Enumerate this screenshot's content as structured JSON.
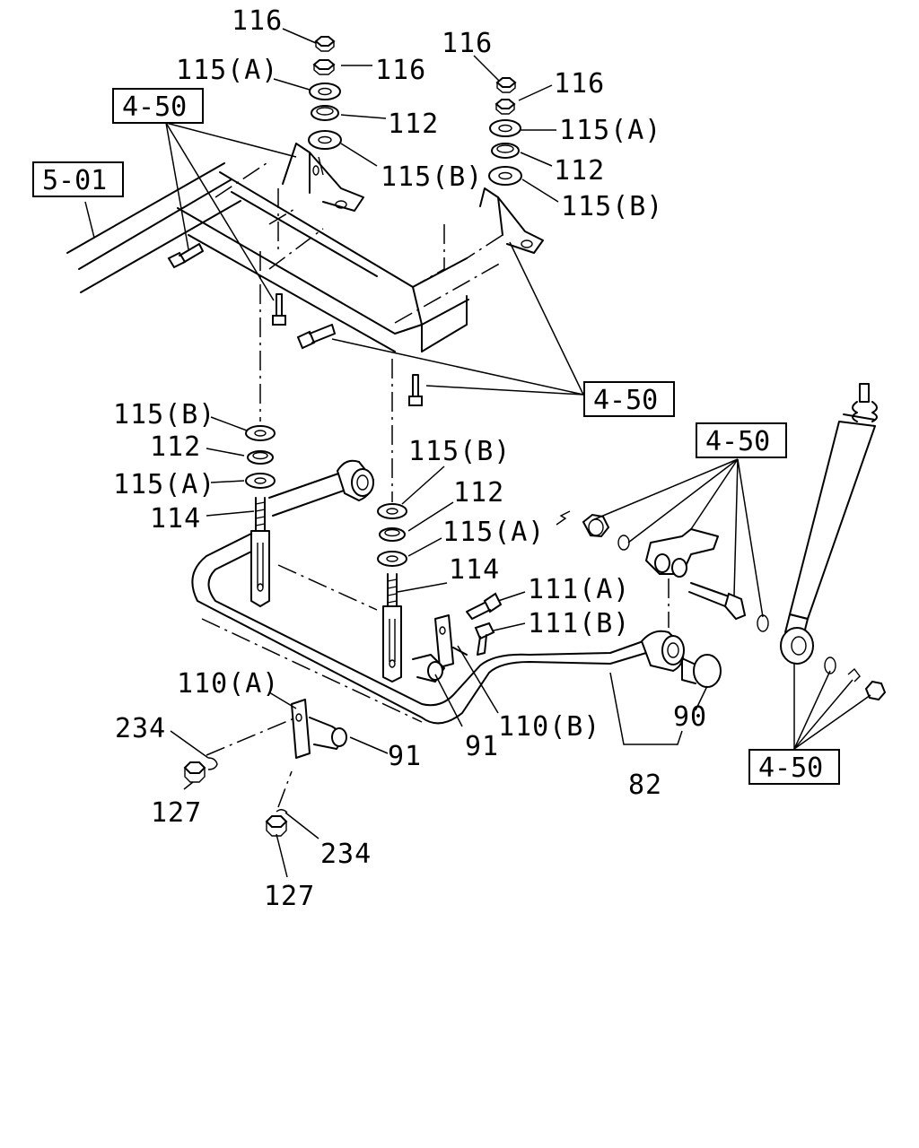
{
  "refs": {
    "r450_a": "4-50",
    "r501": "5-01",
    "r450_b": "4-50",
    "r450_c": "4-50",
    "r450_d": "4-50"
  },
  "labels": {
    "p116_a": "116",
    "p116_b": "116",
    "p115a_a": "115(A)",
    "p112_a": "112",
    "p115b_a": "115(B)",
    "p116_c": "116",
    "p116_d": "116",
    "p115a_b": "115(A)",
    "p112_b": "112",
    "p115b_b": "115(B)",
    "p115b_c": "115(B)",
    "p112_c": "112",
    "p115a_c": "115(A)",
    "p114_a": "114",
    "p115b_d": "115(B)",
    "p112_d": "112",
    "p115a_d": "115(A)",
    "p114_b": "114",
    "p111a": "111(A)",
    "p111b": "111(B)",
    "p110a": "110(A)",
    "p110b": "110(B)",
    "p234_a": "234",
    "p234_b": "234",
    "p127_a": "127",
    "p127_b": "127",
    "p91_a": "91",
    "p91_b": "91",
    "p90": "90",
    "p82": "82"
  }
}
